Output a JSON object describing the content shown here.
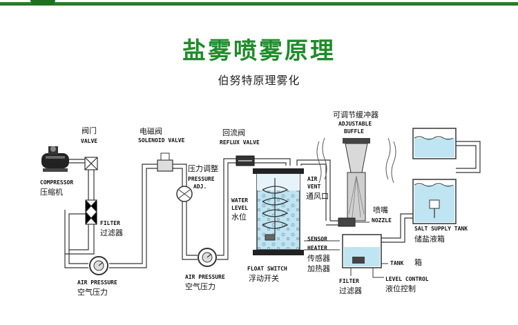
{
  "header": {
    "title": "盐雾喷雾原理",
    "subtitle": "伯努特原理雾化"
  },
  "labels": {
    "compressor_en": "COMPRESSOR",
    "compressor_cn": "压缩机",
    "valve_cn": "阀门",
    "valve_en": "VALVE",
    "filter_en": "FILTER",
    "filter_cn": "过滤器",
    "air_pressure1_en": "AIR PRESSURE",
    "air_pressure1_cn": "空气压力",
    "solenoid_cn": "电磁阀",
    "solenoid_en": "SOLENOID VALVE",
    "pressure_adj_cn": "压力调整",
    "pressure_adj_en1": "PRESSURE",
    "pressure_adj_en2": "ADJ.",
    "air_pressure2_en": "AIR PRESSURE",
    "air_pressure2_cn": "空气压力",
    "reflux_cn": "回流阀",
    "reflux_en": "REFLUX VALVE",
    "water_level_en1": "WATER",
    "water_level_en2": "LEVEL",
    "water_level_cn": "水位",
    "air_vent_en1": "AIR",
    "air_vent_en2": "VENT",
    "air_vent_cn": "通风口",
    "float_switch_en": "FLOAT SWITCH",
    "float_switch_cn": "浮动开关",
    "sensor_en": "SENSOR",
    "heater_en": "HEATER",
    "sensor_cn": "传感器",
    "heater_cn": "加热器",
    "adjustable_cn": "可调节缓冲器",
    "adjustable_en1": "ADJUSTABLE",
    "adjustable_en2": "BUFFLE",
    "nozzle_cn": "喷嘴",
    "nozzle_en": "NOZZLE",
    "salt_tank_en": "SALT SUPPLY TANK",
    "salt_tank_cn": "储盐液箱",
    "tank_en": "TANK",
    "tank_cn": "箱",
    "level_control_en": "LEVEL CONTROL",
    "level_control_cn": "液位控制",
    "filter2_en": "FILTER",
    "filter2_cn": "过滤器"
  },
  "colors": {
    "title": "#1e8c2a",
    "water": "#bfe4f2",
    "line": "#333333"
  }
}
